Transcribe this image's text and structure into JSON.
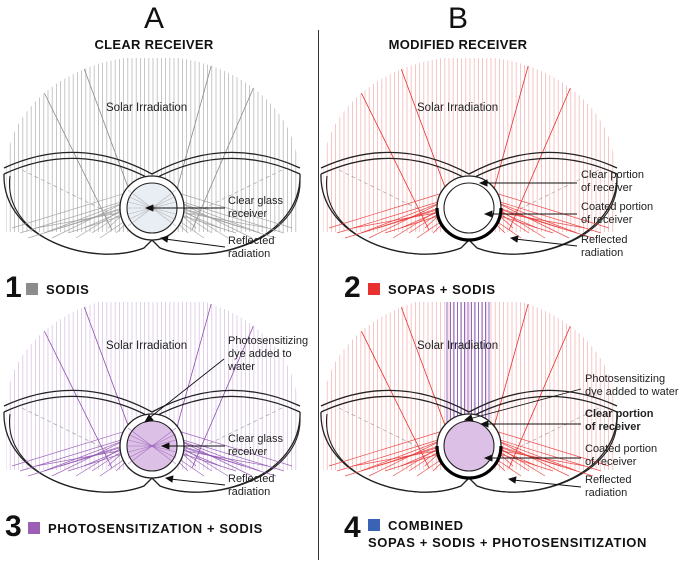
{
  "columns": [
    {
      "letter": "A",
      "subtitle": "CLEAR RECEIVER"
    },
    {
      "letter": "B",
      "subtitle": "MODIFIED RECEIVER"
    }
  ],
  "panels": [
    {
      "number": "1",
      "legend": "SODIS",
      "color": "#8c8c8c",
      "irradiation": "Solar Irradiation",
      "labels": [
        [
          "Clear glass",
          "receiver"
        ],
        [
          "Reflected",
          "radiation"
        ]
      ]
    },
    {
      "number": "2",
      "legend": "SOPAS + SODIS",
      "color": "#e8312f",
      "irradiation": "Solar Irradiation",
      "labels": [
        [
          "Clear portion",
          "of receiver"
        ],
        [
          "Coated portion",
          "of receiver"
        ],
        [
          "Reflected",
          "radiation"
        ]
      ]
    },
    {
      "number": "3",
      "legend": "PHOTOSENSITIZATION + SODIS",
      "color": "#9b5fb5",
      "irradiation": "Solar Irradiation",
      "labels": [
        [
          "Photosensitizing",
          "dye added to",
          "water"
        ],
        [
          "Clear glass",
          "receiver"
        ],
        [
          "Reflected",
          "radiation"
        ]
      ]
    },
    {
      "number": "4",
      "legend": [
        "COMBINED",
        "SOPAS + SODIS + PHOTOSENSITIZATION"
      ],
      "color": "#3a62b5",
      "irradiation": "Solar Irradiation",
      "labels": [
        [
          "Photosensitizing",
          "dye added to water"
        ],
        [
          "Clear portion",
          "of receiver"
        ],
        [
          "Coated portion",
          "of receiver"
        ],
        [
          "Reflected",
          "radiation"
        ]
      ]
    }
  ]
}
